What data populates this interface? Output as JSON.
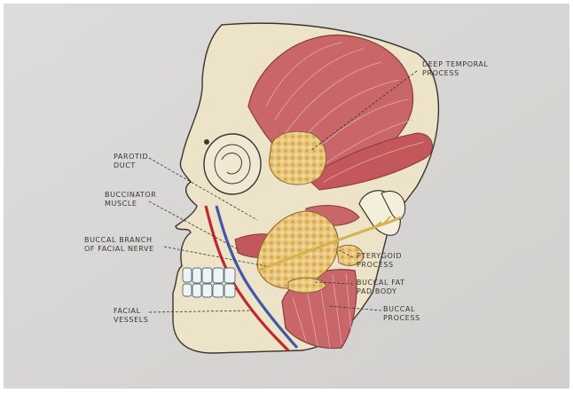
{
  "diagram": {
    "labels": {
      "deep_temporal": [
        "DEEP TEMPORAL",
        "PROCESS"
      ],
      "parotid_duct": [
        "PAROTID",
        "DUCT"
      ],
      "buccinator": [
        "BUCCINATOR",
        "MUSCLE"
      ],
      "buccal_branch": [
        "BUCCAL BRANCH",
        "OF FACIAL NERVE"
      ],
      "pterygoid": [
        "PTERYGOID",
        "PROCESS"
      ],
      "buccal_fat_pad_body": [
        "BUCCAL FAT",
        "PAD BODY"
      ],
      "buccal_process": [
        "BUCCAL",
        "PROCESS"
      ],
      "facial_vessels": [
        "FACIAL",
        "VESSELS"
      ]
    },
    "colors": {
      "paper": "#d9d8d6",
      "skin": "#ece3c8",
      "muscle": "#c8666a",
      "fat": "#e8c77a",
      "artery": "#c2272d",
      "vein": "#3f58a8",
      "nerve": "#d6b24a",
      "ink": "#3a3530"
    }
  }
}
